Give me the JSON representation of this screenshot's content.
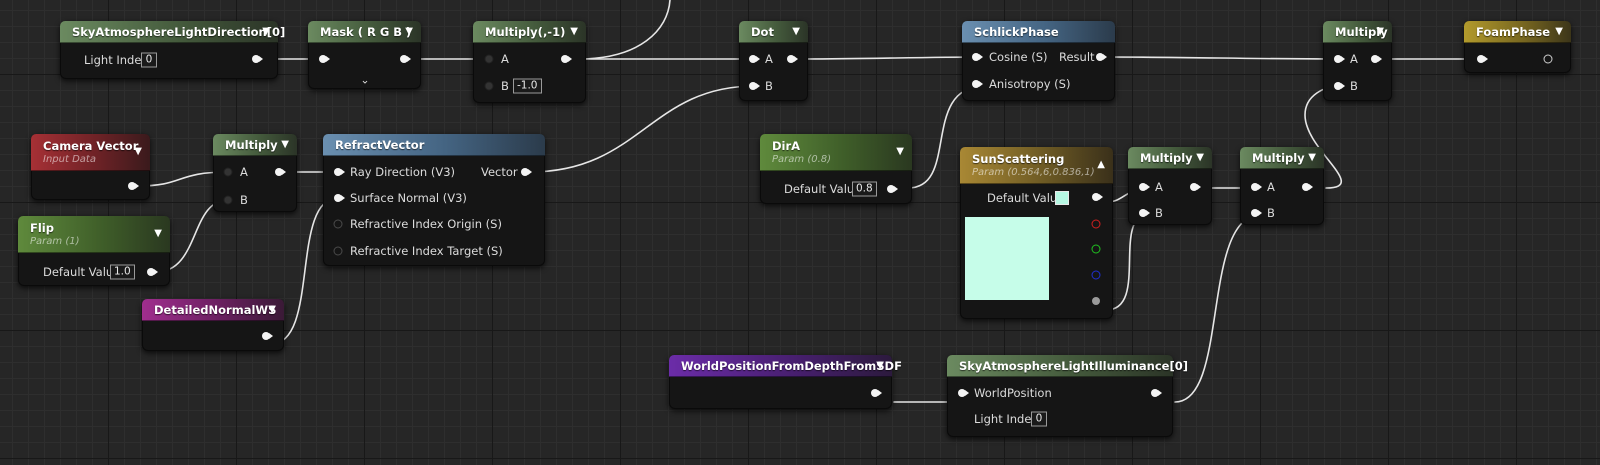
{
  "graph": {
    "sky_light_dir": {
      "title": "SkyAtmosphereLightDirection[0]",
      "light_index_label": "Light Index",
      "light_index_value": "0"
    },
    "mask": {
      "title": "Mask ( R G B )"
    },
    "multiply_neg1": {
      "title": "Multiply(,-1)",
      "pin_a": "A",
      "pin_b": "B",
      "b_value": "-1.0"
    },
    "dot": {
      "title": "Dot",
      "pin_a": "A",
      "pin_b": "B"
    },
    "schlick_phase": {
      "title": "SchlickPhase",
      "pin_cosine": "Cosine (S)",
      "pin_anisotropy": "Anisotropy (S)",
      "pin_result": "Result"
    },
    "multiply_top": {
      "title": "Multiply",
      "pin_a": "A",
      "pin_b": "B"
    },
    "foam_phase": {
      "title": "FoamPhase"
    },
    "camera_vector": {
      "title": "Camera Vector",
      "subtitle": "Input Data"
    },
    "multiply_left": {
      "title": "Multiply",
      "pin_a": "A",
      "pin_b": "B"
    },
    "refract_vector": {
      "title": "RefractVector",
      "pin_ray": "Ray Direction (V3)",
      "pin_normal": "Surface Normal (V3)",
      "pin_origin": "Refractive Index Origin (S)",
      "pin_target": "Refractive Index Target (S)",
      "pin_vector": "Vector"
    },
    "flip": {
      "title": "Flip",
      "subtitle": "Param (1)",
      "default_label": "Default Value",
      "default_value": "1.0"
    },
    "detailed_normal": {
      "title": "DetailedNormalWS"
    },
    "dir_a": {
      "title": "DirA",
      "subtitle": "Param (0.8)",
      "default_label": "Default Value",
      "default_value": "0.8"
    },
    "sun_scattering": {
      "title": "SunScattering",
      "subtitle": "Param (0.564,6,0.836,1)",
      "default_label": "Default Value",
      "color": "#b6f7e2",
      "preview_color": "#c6fde9"
    },
    "multiply_mid1": {
      "title": "Multiply",
      "pin_a": "A",
      "pin_b": "B"
    },
    "multiply_mid2": {
      "title": "Multiply",
      "pin_a": "A",
      "pin_b": "B"
    },
    "world_pos_sdf": {
      "title": "WorldPositionFromDepthFromSDF"
    },
    "sky_illuminance": {
      "title": "SkyAtmosphereLightIlluminance[0]",
      "pin_world": "WorldPosition",
      "light_index_label": "Light Index",
      "light_index_value": "0"
    }
  },
  "icons": {
    "collapse": "chevron-down-icon",
    "expand": "chevron-up-icon",
    "output_pin": "exec-pin-icon"
  },
  "colors": {
    "background": "#262626",
    "wire": "#e6e6e6",
    "header_green": "#445a3c",
    "header_param": "#3f5e29",
    "header_blue": "#446482",
    "header_red": "#6e2226",
    "header_pink": "#6a2060",
    "header_purple": "#481f70",
    "header_gold": "#786720"
  }
}
